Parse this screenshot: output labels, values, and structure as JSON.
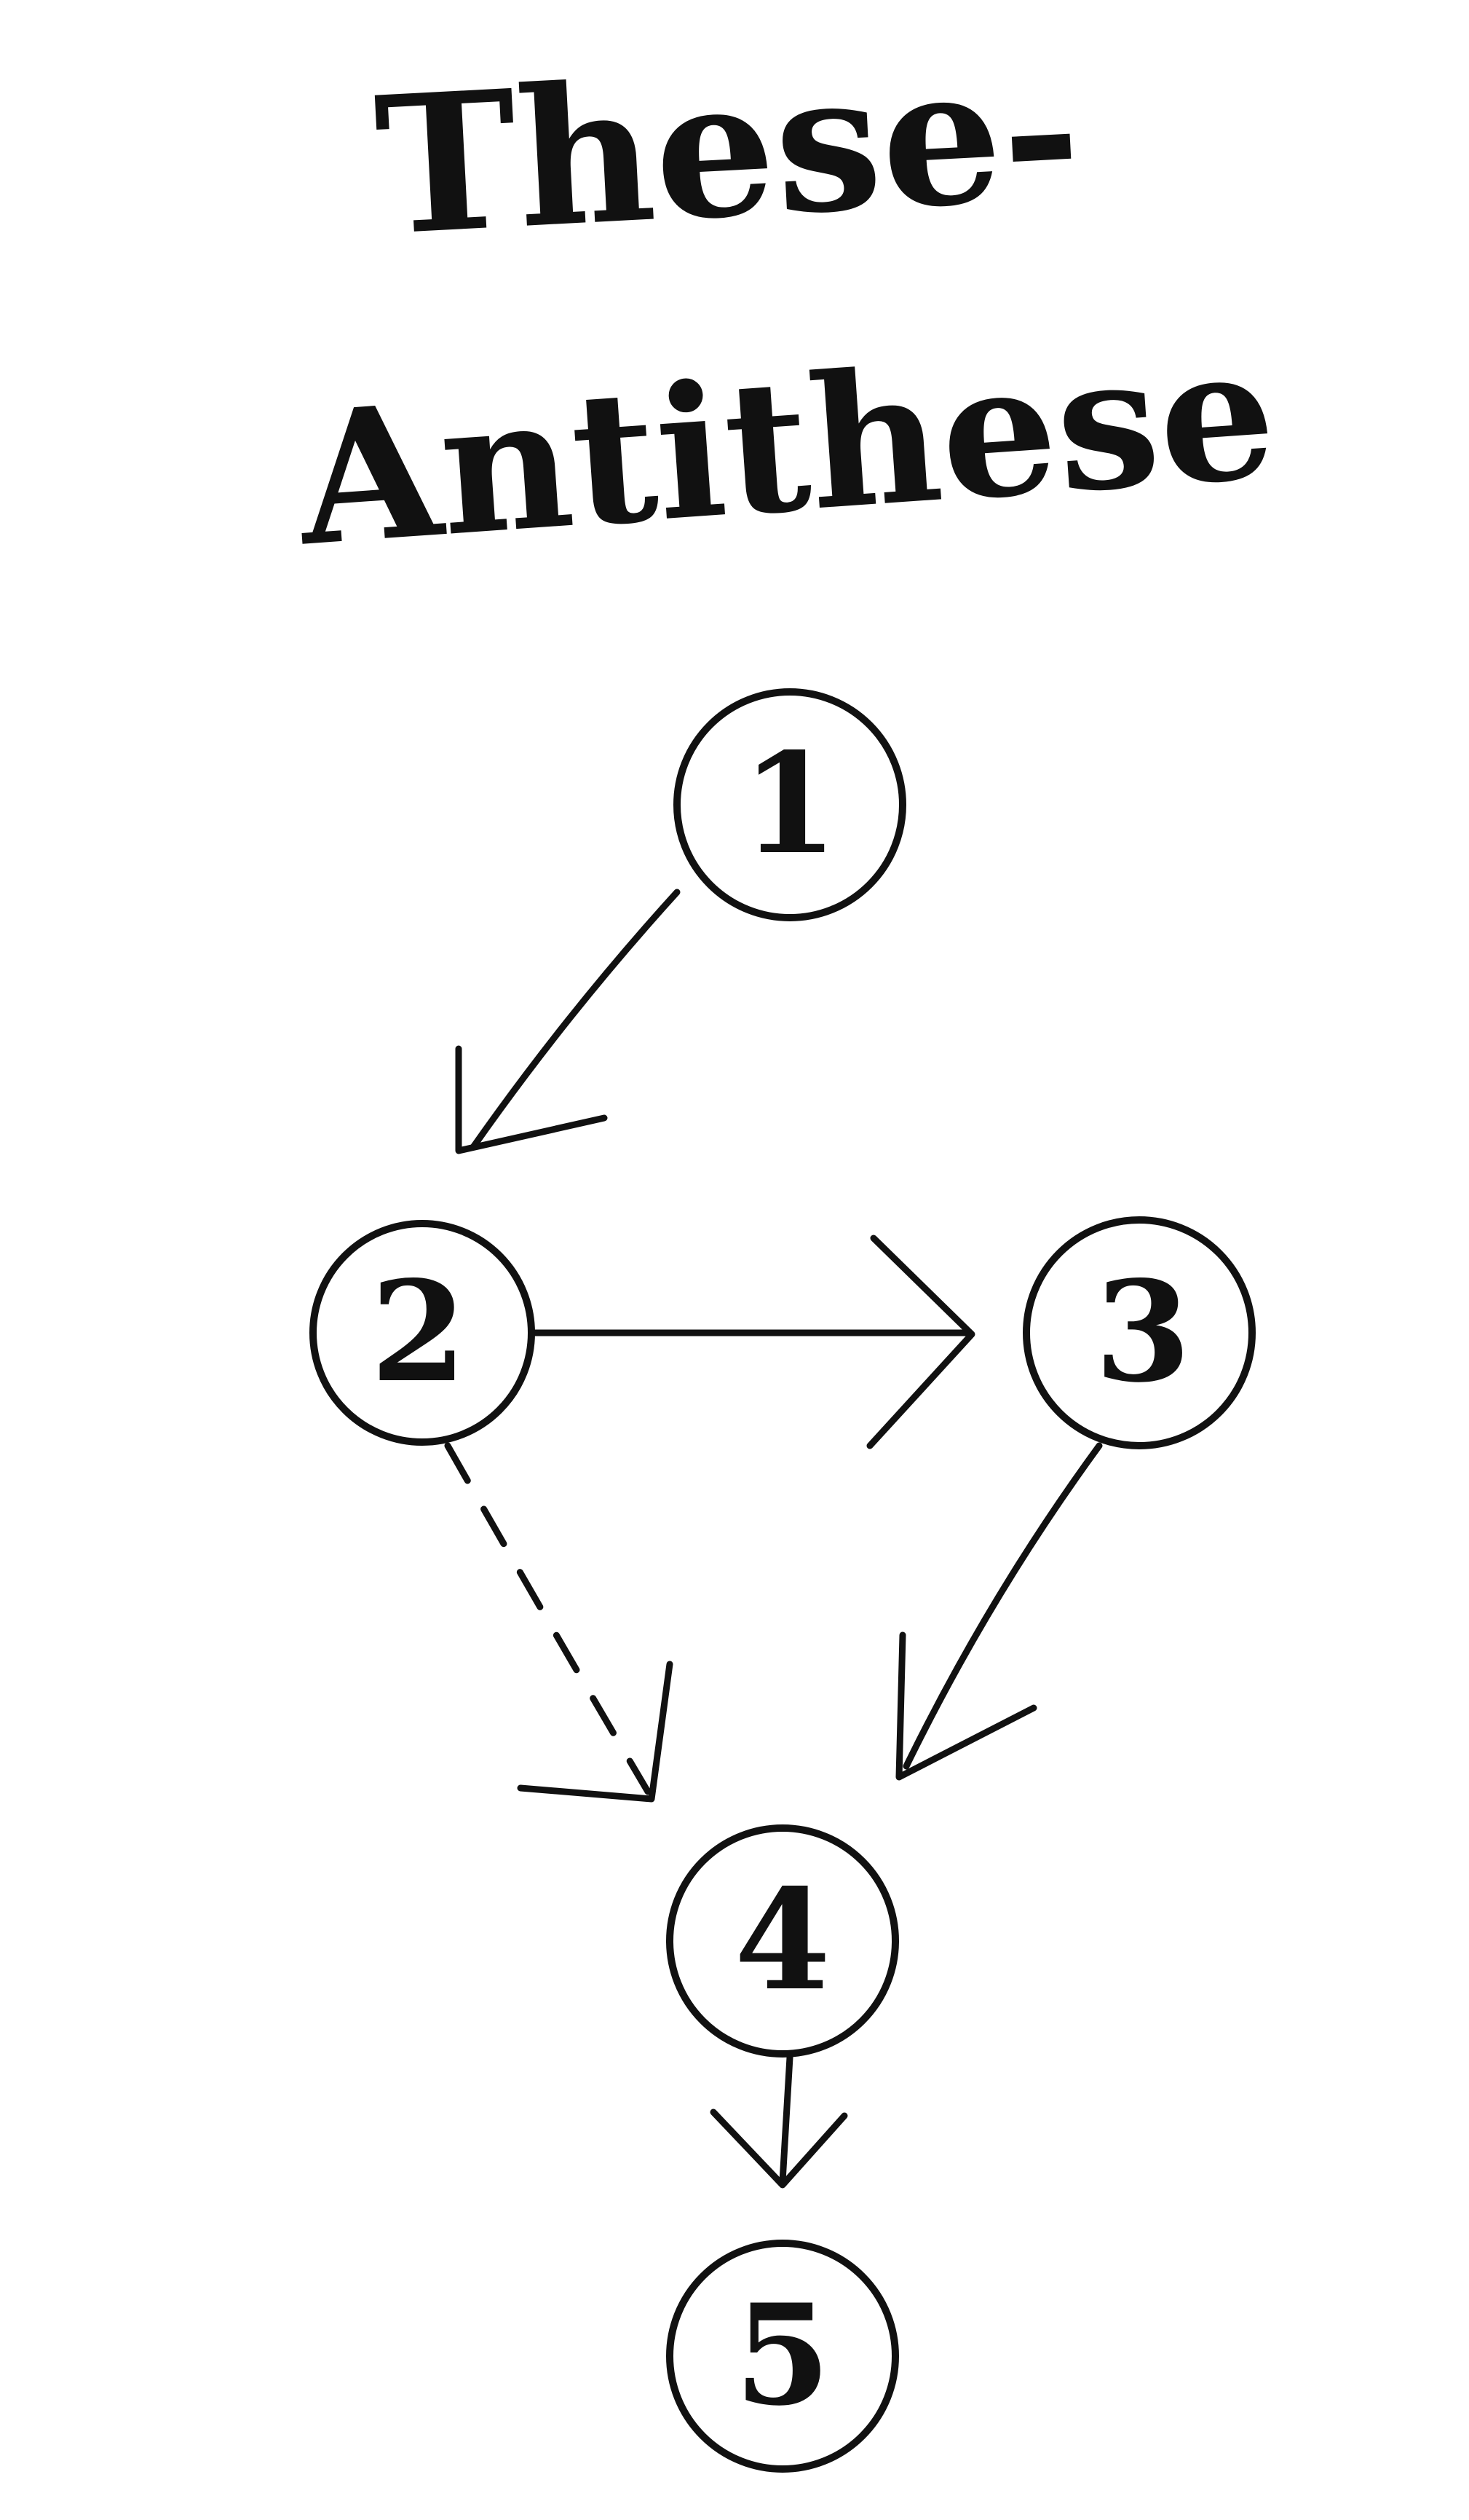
{
  "title": {
    "line1": "These-",
    "line2": "Antithese"
  },
  "nodes": [
    {
      "id": "1",
      "label": "1"
    },
    {
      "id": "2",
      "label": "2"
    },
    {
      "id": "3",
      "label": "3"
    },
    {
      "id": "4",
      "label": "4"
    },
    {
      "id": "5",
      "label": "5"
    }
  ],
  "edges": [
    {
      "from": "1",
      "to": "2",
      "style": "solid"
    },
    {
      "from": "2",
      "to": "3",
      "style": "solid"
    },
    {
      "from": "2",
      "to": "4",
      "style": "dashed"
    },
    {
      "from": "3",
      "to": "4",
      "style": "solid"
    },
    {
      "from": "4",
      "to": "5",
      "style": "solid"
    }
  ],
  "colors": {
    "ink": "#111111",
    "background": "#ffffff"
  }
}
